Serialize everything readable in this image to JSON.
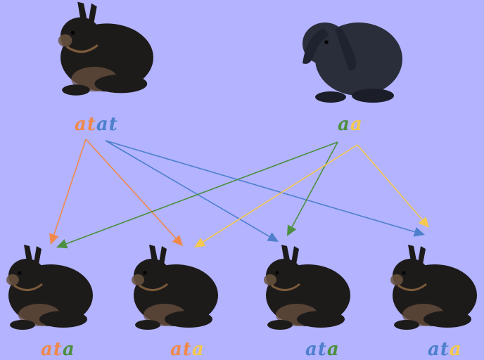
{
  "colors": {
    "background": "#b3b3ff",
    "orange": "#f0884a",
    "blue": "#4d7fcc",
    "green": "#4c9040",
    "yellow": "#f5c94e",
    "fur_dark": "#1d1b1a",
    "fur_light": "#6a5240",
    "fur_grey": "#2a2e3a"
  },
  "parents": {
    "left": {
      "icon": "dwarf-rabbit",
      "genotype": [
        {
          "text": "at",
          "color": "orange"
        },
        {
          "text": "at",
          "color": "blue"
        }
      ]
    },
    "right": {
      "icon": "lop-rabbit",
      "genotype": [
        {
          "text": "a",
          "color": "green"
        },
        {
          "text": "a",
          "color": "yellow"
        }
      ]
    }
  },
  "offspring": [
    {
      "icon": "dwarf-rabbit",
      "genotype": [
        {
          "text": "at",
          "color": "orange"
        },
        {
          "text": "a",
          "color": "green"
        }
      ]
    },
    {
      "icon": "dwarf-rabbit",
      "genotype": [
        {
          "text": "at",
          "color": "orange"
        },
        {
          "text": "a",
          "color": "yellow"
        }
      ]
    },
    {
      "icon": "dwarf-rabbit",
      "genotype": [
        {
          "text": "at",
          "color": "blue"
        },
        {
          "text": "a",
          "color": "green"
        }
      ]
    },
    {
      "icon": "dwarf-rabbit",
      "genotype": [
        {
          "text": "at",
          "color": "blue"
        },
        {
          "text": "a",
          "color": "yellow"
        }
      ]
    }
  ]
}
